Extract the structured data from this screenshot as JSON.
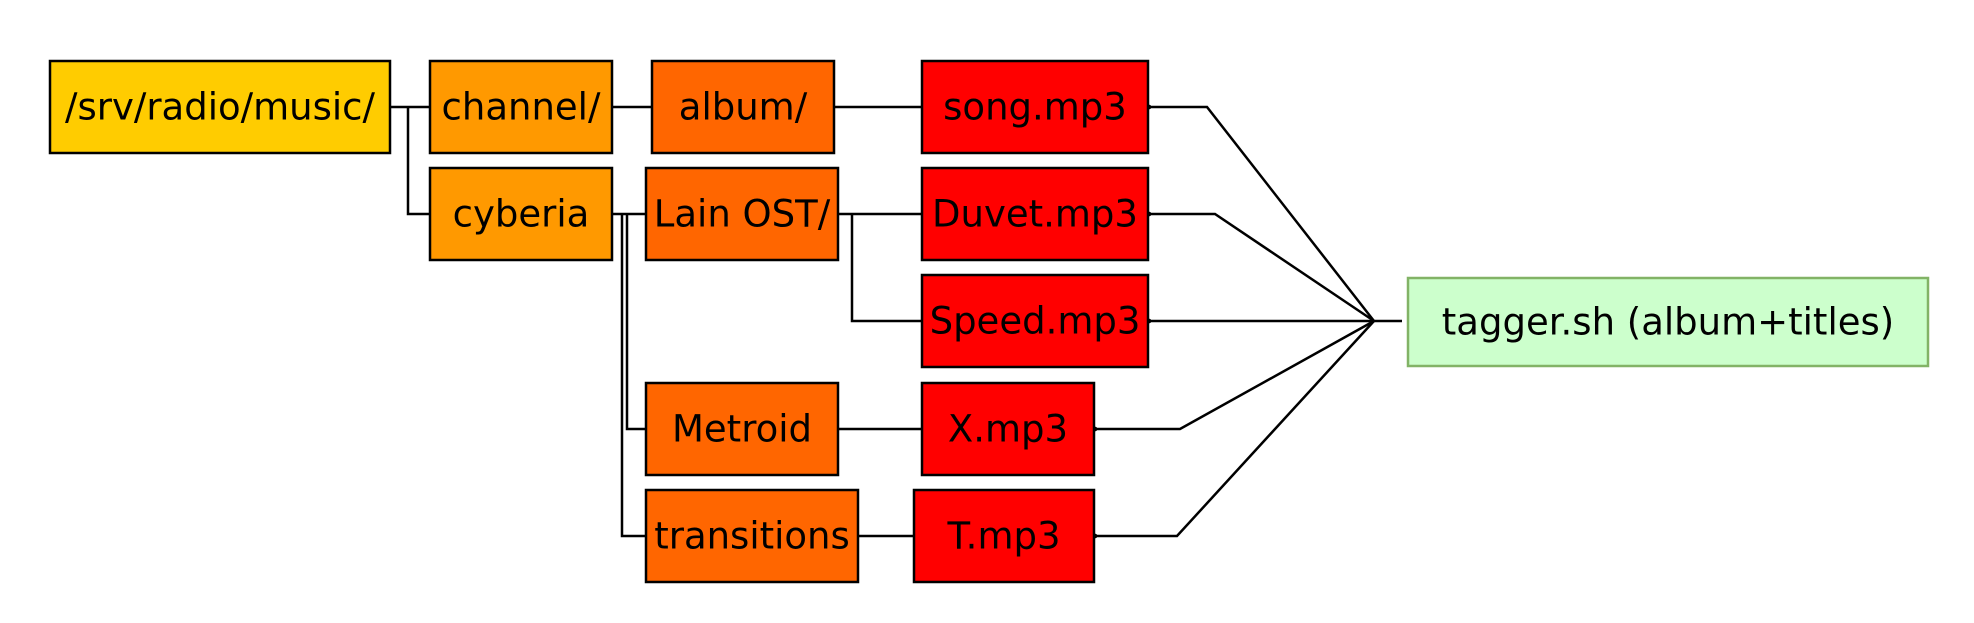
{
  "tree": {
    "root": {
      "label": "/srv/radio/music/",
      "color": "#FFCC00"
    },
    "channels": [
      {
        "label": "channel/",
        "color": "#FF9900"
      },
      {
        "label": "cyberia",
        "color": "#FF9900"
      }
    ],
    "albums": [
      {
        "label": "album/",
        "color": "#FF6600"
      },
      {
        "label": "Lain OST/",
        "color": "#FF6600"
      },
      {
        "label": "Metroid",
        "color": "#FF6600"
      },
      {
        "label": "transitions",
        "color": "#FF6600"
      }
    ],
    "songs": [
      {
        "label": "song.mp3",
        "color": "#FF0000"
      },
      {
        "label": "Duvet.mp3",
        "color": "#FF0000"
      },
      {
        "label": "Speed.mp3",
        "color": "#FF0000"
      },
      {
        "label": "X.mp3",
        "color": "#FF0000"
      },
      {
        "label": "T.mp3",
        "color": "#FF0000"
      }
    ]
  },
  "tool": {
    "label": "tagger.sh (album+titles)",
    "color": "#CCFFCC",
    "border_color": "#82B366"
  },
  "colors": {
    "line": "#000000",
    "box_border": "#000000"
  }
}
